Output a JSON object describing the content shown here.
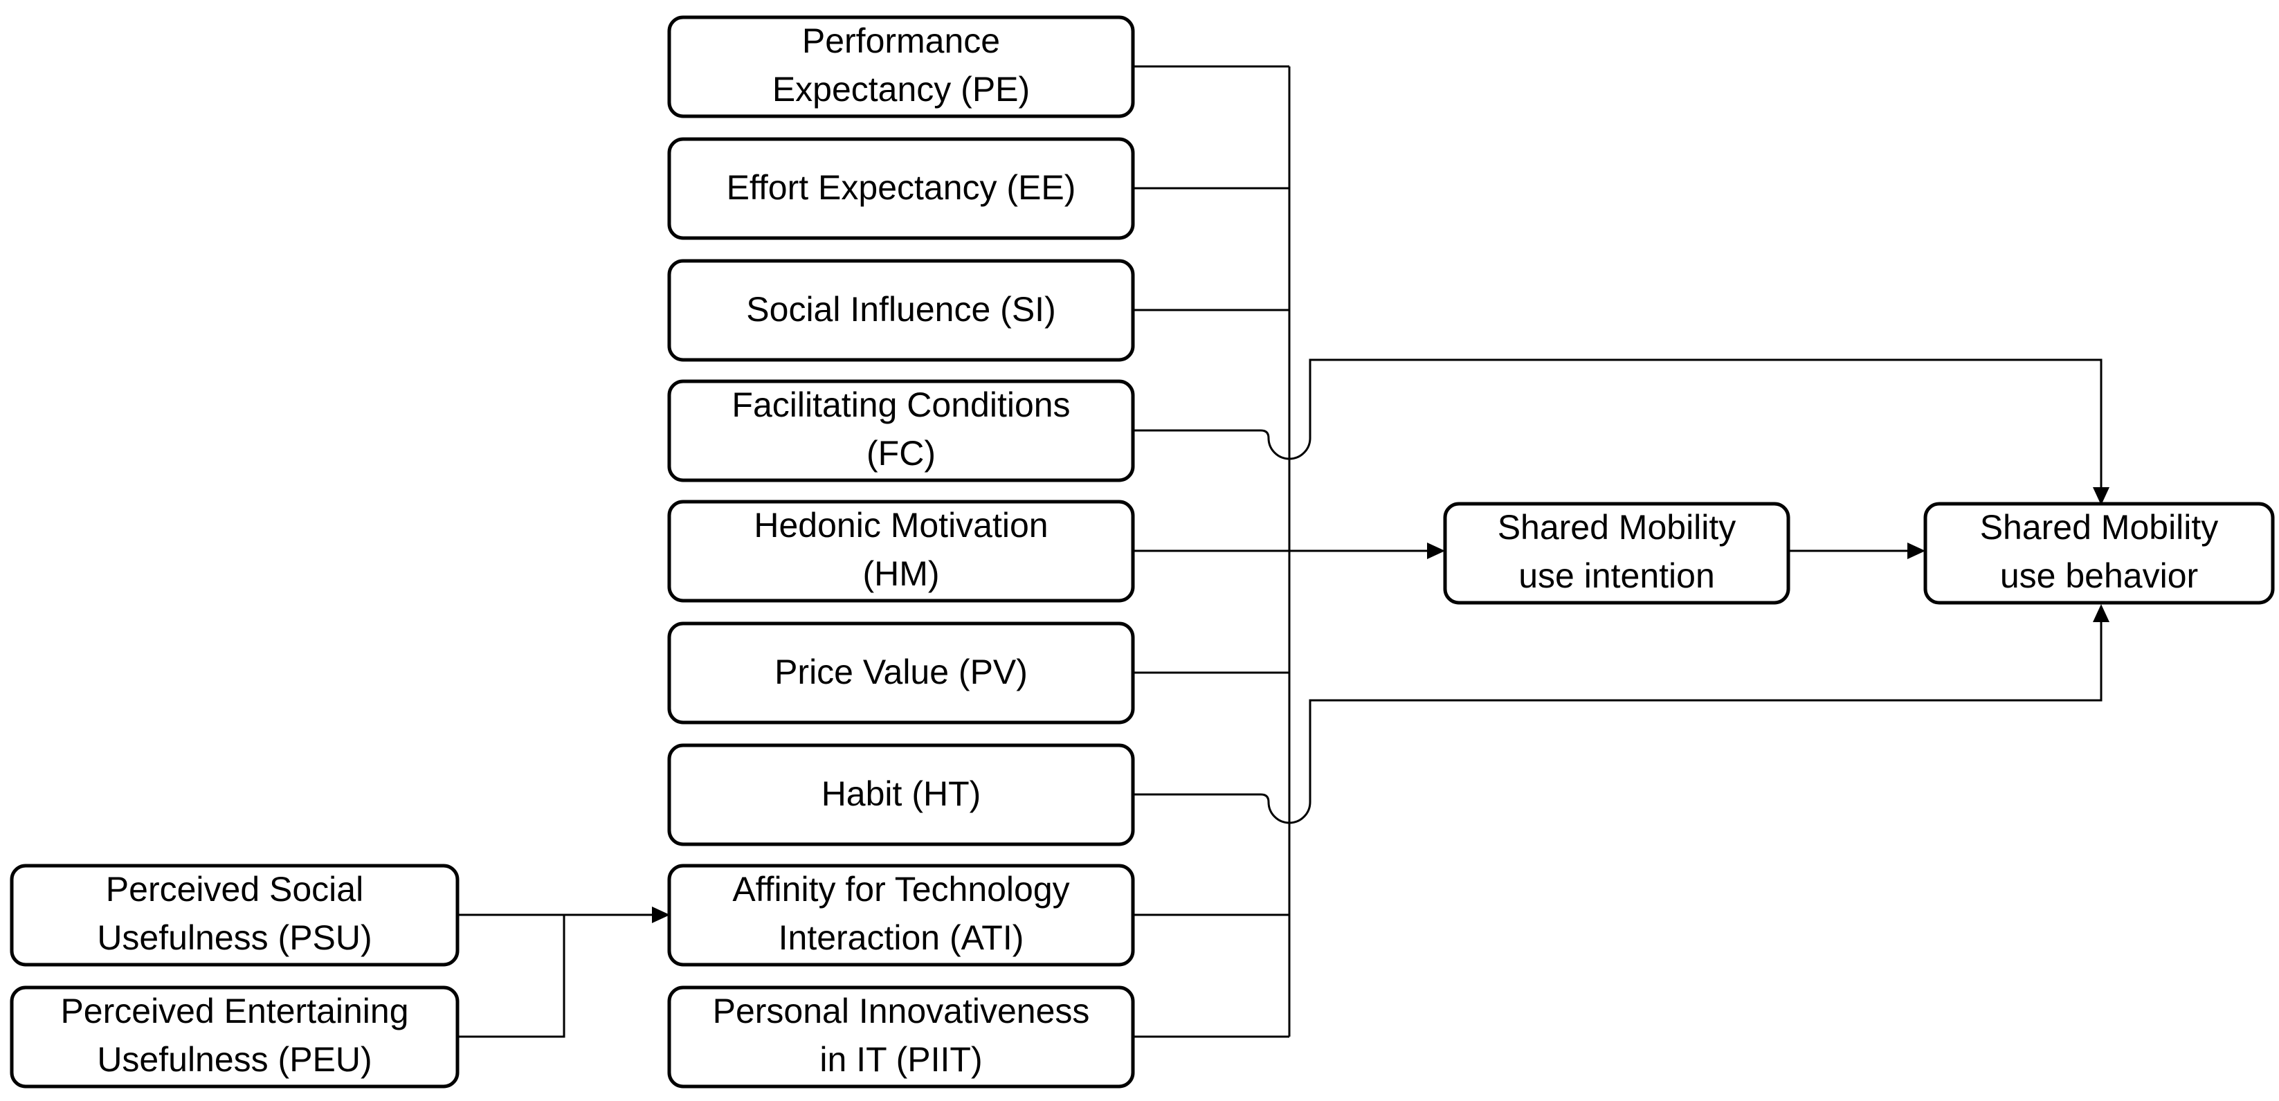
{
  "nodes": {
    "pe": {
      "line1": "Performance",
      "line2": "Expectancy (PE)"
    },
    "ee": {
      "line1": "Effort Expectancy (EE)"
    },
    "si": {
      "line1": "Social Influence (SI)"
    },
    "fc": {
      "line1": "Facilitating Conditions",
      "line2": "(FC)"
    },
    "hm": {
      "line1": "Hedonic Motivation",
      "line2": "(HM)"
    },
    "pv": {
      "line1": "Price Value (PV)"
    },
    "ht": {
      "line1": "Habit (HT)"
    },
    "ati": {
      "line1": "Affinity for Technology",
      "line2": "Interaction (ATI)"
    },
    "piit": {
      "line1": "Personal Innovativeness",
      "line2": "in IT (PIIT)"
    },
    "psu": {
      "line1": "Perceived Social",
      "line2": "Usefulness (PSU)"
    },
    "peu": {
      "line1": "Perceived Entertaining",
      "line2": "Usefulness (PEU)"
    },
    "smui": {
      "line1": "Shared Mobility",
      "line2": "use intention"
    },
    "smub": {
      "line1": "Shared Mobility",
      "line2": "use behavior"
    }
  }
}
